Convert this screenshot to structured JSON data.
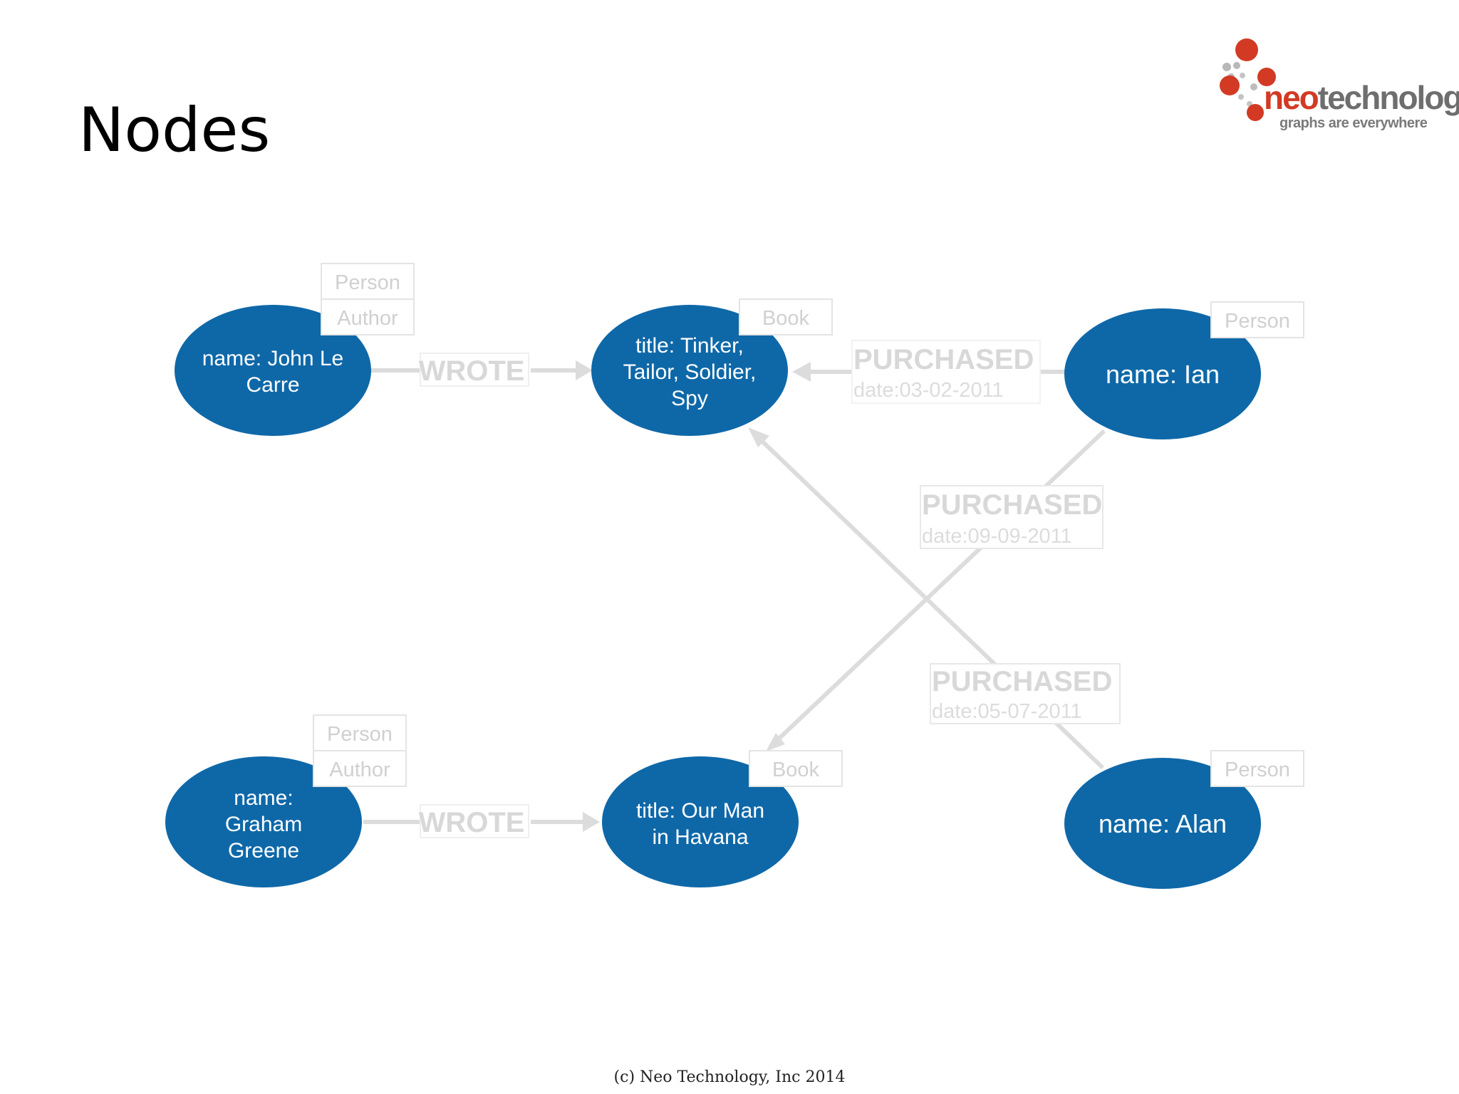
{
  "slide": {
    "title": "Nodes",
    "footer": "(c) Neo Technology, Inc 2014"
  },
  "logo": {
    "word_neo": "neo",
    "word_technology": "technology",
    "tagline": "graphs are everywhere"
  },
  "colors": {
    "node_fill": "#0e68a8",
    "relationship": "#dcdcdc",
    "label_border": "#e4e4e4",
    "logo_red": "#d23a24"
  },
  "nodes": {
    "john": {
      "lines": [
        "name: John Le",
        "Carre"
      ],
      "labels": [
        "Person",
        "Author"
      ]
    },
    "tinker": {
      "lines": [
        "title: Tinker,",
        "Tailor, Soldier,",
        "Spy"
      ],
      "labels": [
        "Book"
      ]
    },
    "ian": {
      "lines": [
        "name: Ian"
      ],
      "labels": [
        "Person"
      ]
    },
    "graham": {
      "lines": [
        "name:",
        "Graham",
        "Greene"
      ],
      "labels": [
        "Person",
        "Author"
      ]
    },
    "havana": {
      "lines": [
        "title: Our Man",
        "in Havana"
      ],
      "labels": [
        "Book"
      ]
    },
    "alan": {
      "lines": [
        "name: Alan"
      ],
      "labels": [
        "Person"
      ]
    }
  },
  "relationships": {
    "john_wrote": {
      "type": "WROTE"
    },
    "graham_wrote": {
      "type": "WROTE"
    },
    "ian_tinker": {
      "type": "PURCHASED",
      "property": "date:03-02-2011"
    },
    "ian_havana": {
      "type": "PURCHASED",
      "property": "date:09-09-2011"
    },
    "alan_tinker": {
      "type": "PURCHASED",
      "property": "date:05-07-2011"
    }
  }
}
